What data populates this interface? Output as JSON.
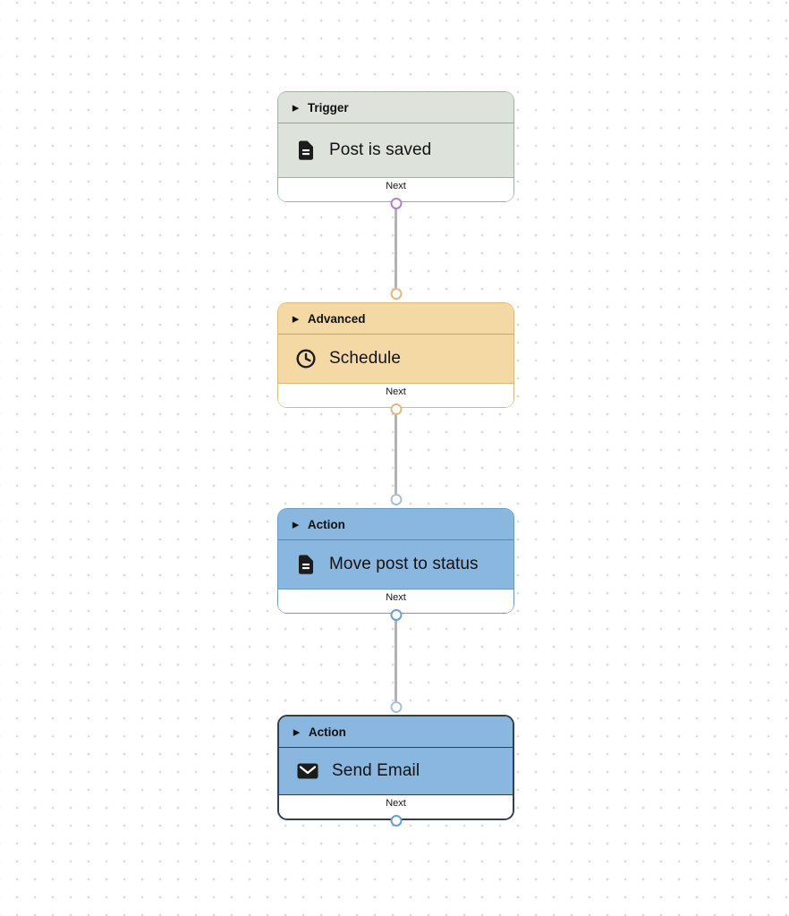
{
  "canvas": {
    "background": "#ffffff",
    "dot_color": "#d9d9d9",
    "edge_color": "#b3b1b7"
  },
  "nodes": [
    {
      "category": "Trigger",
      "title": "Post is saved",
      "icon": "document-icon",
      "footer_label": "Next",
      "selected": false,
      "has_input": false,
      "colors": {
        "fill": "#dde3db",
        "border": "#a4ada4",
        "divider": "#97a197",
        "output_handle": "#b182c3"
      }
    },
    {
      "category": "Advanced",
      "title": "Schedule",
      "icon": "clock-icon",
      "footer_label": "Next",
      "selected": false,
      "has_input": true,
      "colors": {
        "fill": "#f5d9a4",
        "border": "#d9b977",
        "divider": "#c7a662",
        "output_handle": "#ddbc82",
        "input_handle": "#ddbc82"
      }
    },
    {
      "category": "Action",
      "title": "Move post to status",
      "icon": "document-icon",
      "footer_label": "Next",
      "selected": false,
      "has_input": true,
      "colors": {
        "fill": "#89b7e0",
        "border": "#699cc9",
        "divider": "#5c87ac",
        "output_handle": "#6b9fd2",
        "input_handle": "#aac1d5"
      }
    },
    {
      "category": "Action",
      "title": "Send Email",
      "icon": "mail-icon",
      "footer_label": "Next",
      "selected": true,
      "has_input": true,
      "colors": {
        "fill": "#89b7e0",
        "border": "#32404c",
        "divider": "#32404c",
        "output_handle": "#66a0d4",
        "input_handle": "#aac1d5"
      }
    }
  ]
}
